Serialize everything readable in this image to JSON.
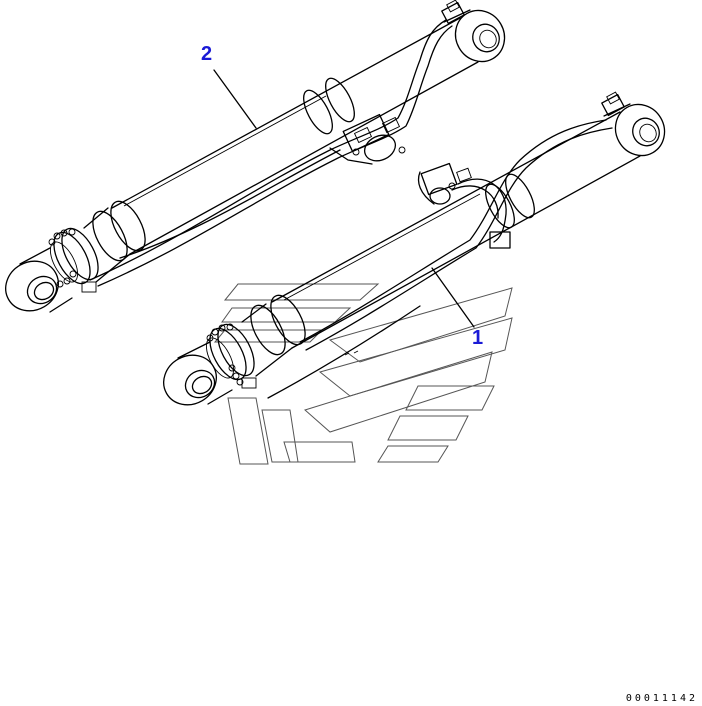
{
  "labels": {
    "part_1": "1",
    "part_2": "2"
  },
  "drawing_id": "00011142",
  "colors": {
    "line": "#000000",
    "part_number": "#1a1ad6",
    "watermark": "#555555"
  }
}
